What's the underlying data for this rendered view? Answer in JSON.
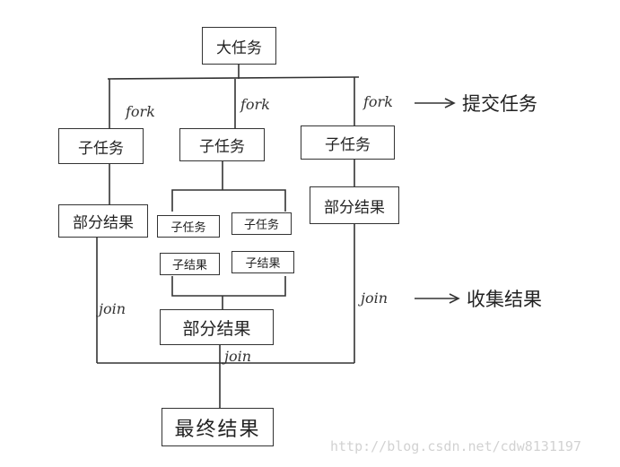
{
  "root": "大任务",
  "fork_label": [
    "fork",
    "fork",
    "fork"
  ],
  "fork_note": "提交任务",
  "subtasks": [
    "子任务",
    "子任务",
    "子任务"
  ],
  "partial_results": [
    "部分结果",
    "部分结果"
  ],
  "nested": {
    "subtasks": [
      "子任务",
      "子任务"
    ],
    "subresults": [
      "子结果",
      "子结果"
    ],
    "partial_result": "部分结果"
  },
  "join_label": [
    "join",
    "join",
    "join"
  ],
  "join_note": "收集结果",
  "final_result": "最终结果",
  "watermark": "http://blog.csdn.net/cdw8131197"
}
